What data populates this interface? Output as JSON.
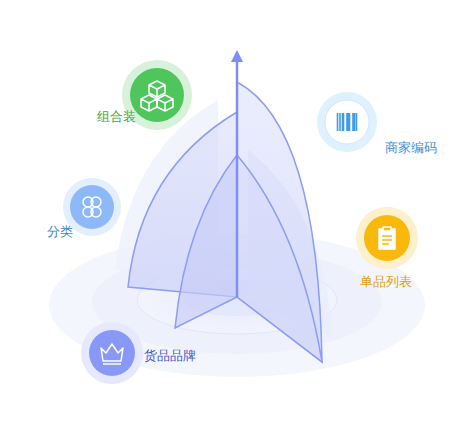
{
  "diagram": {
    "nodes": [
      {
        "text": [
          "组合装"
        ]
      },
      {
        "text": [
          "商家编码"
        ]
      },
      {
        "text": [
          "分类"
        ]
      },
      {
        "text": [
          "单品列表"
        ]
      },
      {
        "text": [
          "货品品牌"
        ]
      }
    ]
  }
}
